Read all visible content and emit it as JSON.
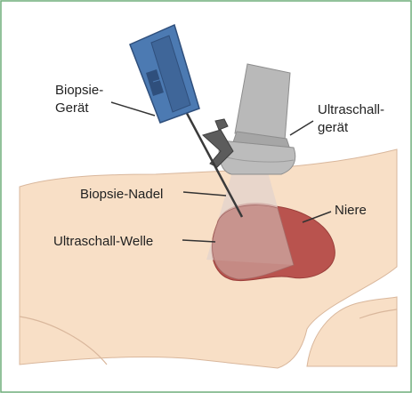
{
  "labels": {
    "biopsy_device_line1": "Biopsie-",
    "biopsy_device_line2": "Gerät",
    "ultrasound_device_line1": "Ultraschall-",
    "ultrasound_device_line2": "gerät",
    "biopsy_needle": "Biopsie-Nadel",
    "kidney": "Niere",
    "ultrasound_wave": "Ultraschall-Welle"
  },
  "colors": {
    "frame": "#6fae7a",
    "skin": "#f8dfc6",
    "skin_outline": "#d9b79c",
    "kidney_dark": "#b9534e",
    "kidney_light": "#c7908b",
    "beam": "#e3d3cc",
    "device_blue": "#4c7ab2",
    "device_blue_dark": "#2f4f7c",
    "probe_gray": "#b9b9b9",
    "probe_gray_dark": "#8d8d8d",
    "leader_line": "#333333"
  }
}
